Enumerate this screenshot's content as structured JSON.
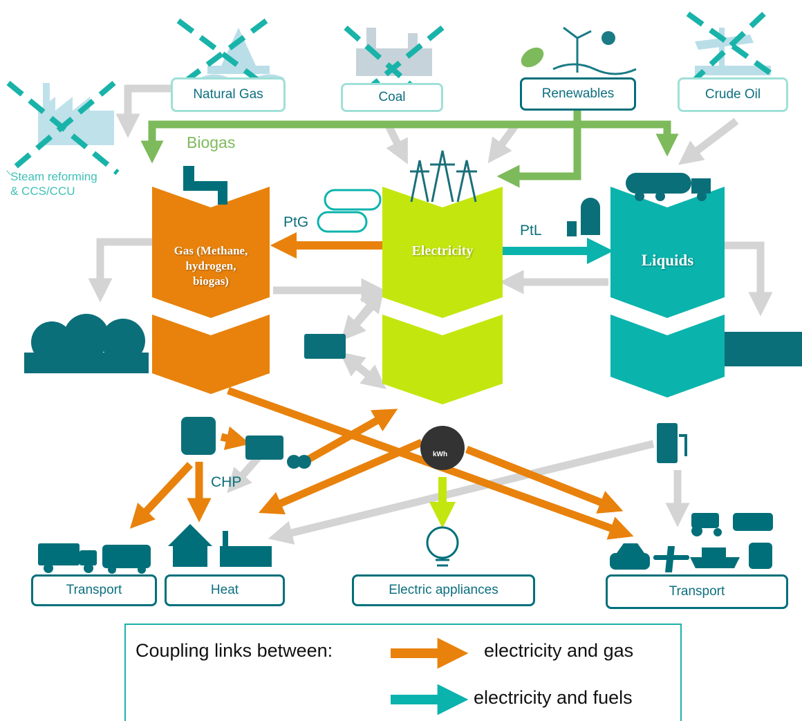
{
  "sources": {
    "natural_gas": "Natural Gas",
    "coal": "Coal",
    "renewables": "Renewables",
    "crude_oil": "Crude Oil"
  },
  "steam_reforming": {
    "line1": "Steam reforming",
    "line2": "& CCS/CCU"
  },
  "biogas_label": "Biogas",
  "columns": {
    "gas_line1": "Gas (Methane,",
    "gas_line2": "hydrogen,",
    "gas_line3": "biogas)",
    "electricity": "Electricity",
    "liquids": "Liquids"
  },
  "conversion": {
    "ptg": "PtG",
    "ptl": "PtL",
    "chp": "CHP",
    "kwh": "kWh"
  },
  "end_uses": {
    "transport_left": "Transport",
    "heat": "Heat",
    "appliances": "Electric appliances",
    "transport_right": "Transport"
  },
  "legend": {
    "title": "Coupling links between:",
    "gas_link": "electricity and gas",
    "fuel_link": "electricity and fuels"
  },
  "colors": {
    "gas": "#e8820c",
    "electricity": "#c4e60f",
    "liquids": "#0bb3ad",
    "dark_teal": "#006f7a",
    "renewable_green": "#7dba5b",
    "grey_arrow": "#d4d4d4",
    "cross": "#19b3a9"
  }
}
